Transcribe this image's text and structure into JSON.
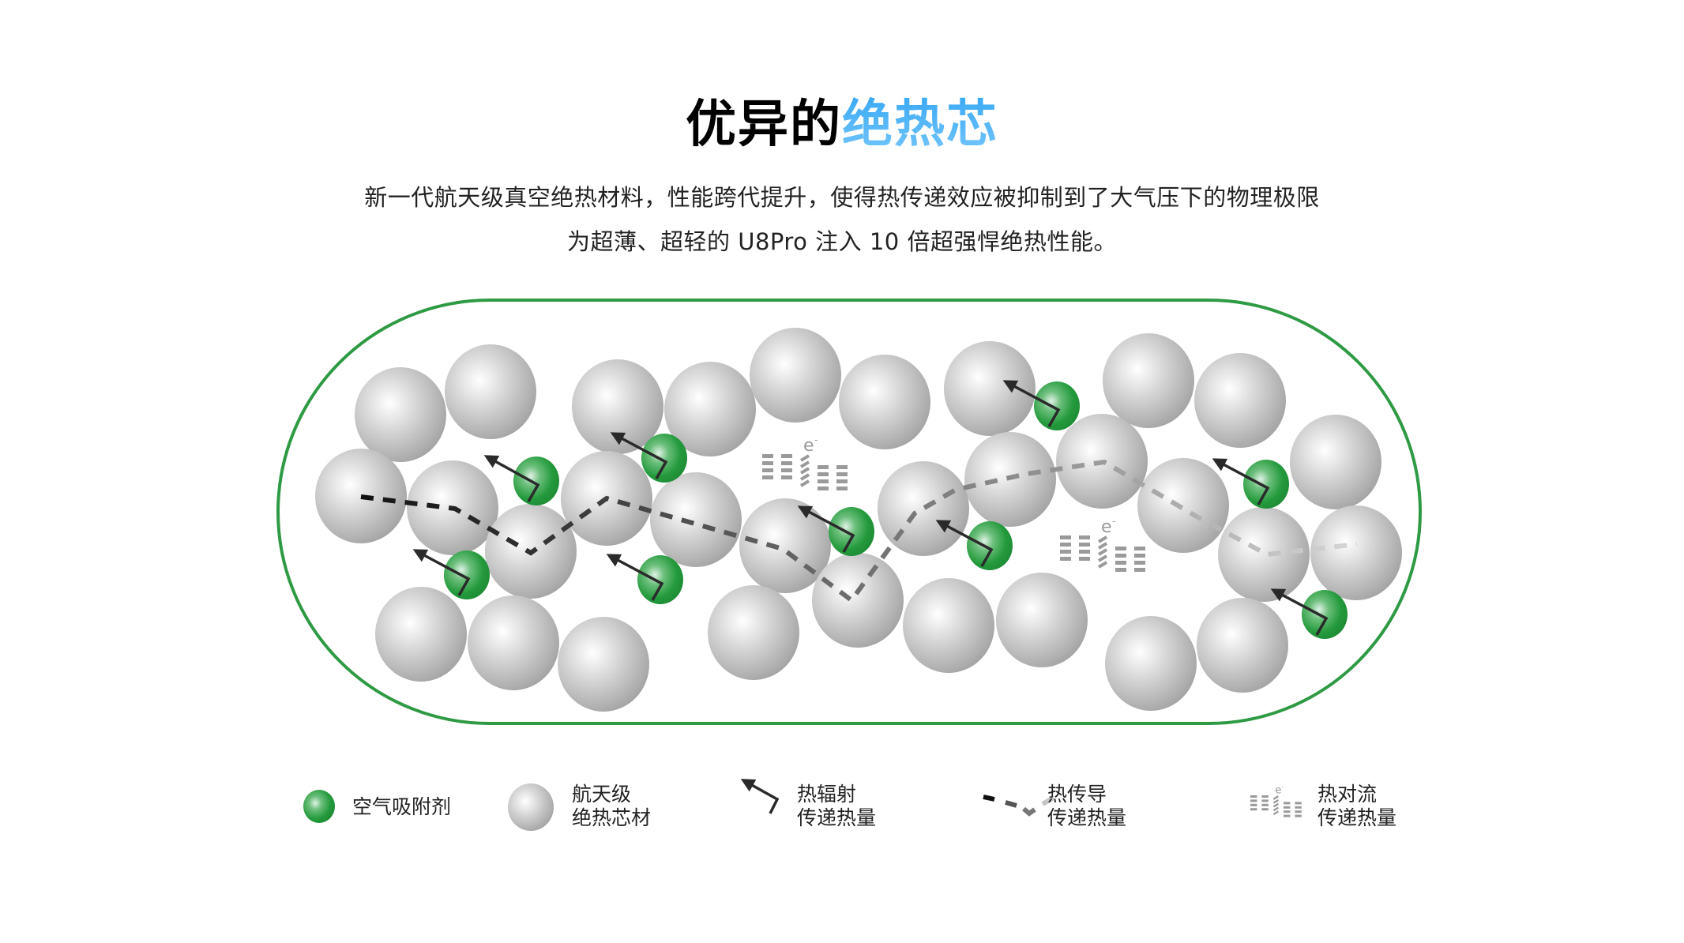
{
  "header": {
    "title_black": "优异的",
    "title_blue": "绝热芯",
    "subtitle_line1": "新一代航天级真空绝热材料，性能跨代提升，使得热传递效应被抑制到了大气压下的物理极限",
    "subtitle_line2": "为超薄、超轻的 U8Pro 注入 10 倍超强悍绝热性能。"
  },
  "colors": {
    "title_accent": "#4ab3f7",
    "capsule_border": "#2f9a44",
    "adsorbent_green": "#1f9a3a",
    "core_gray": "#b8b8b8",
    "conduction_dark": "#222222",
    "convection_gray": "#9a9a9a"
  },
  "diagram": {
    "convection_symbol": "e⁻",
    "icons": {
      "adsorbent": "green-sphere-icon",
      "core": "gray-sphere-icon",
      "radiation": "bent-arrow-icon",
      "conduction": "dashed-line-icon",
      "convection": "convection-lines-icon"
    }
  },
  "legend": {
    "items": [
      {
        "line1": "空气吸附剂",
        "line2": ""
      },
      {
        "line1": "航天级",
        "line2": "绝热芯材"
      },
      {
        "line1": "热辐射",
        "line2": "传递热量"
      },
      {
        "line1": "热传导",
        "line2": "传递热量"
      },
      {
        "line1": "热对流",
        "line2": "传递热量"
      }
    ]
  }
}
